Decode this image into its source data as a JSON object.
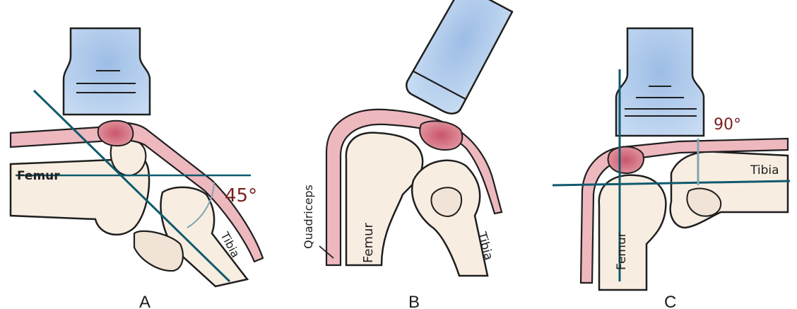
{
  "panels": [
    {
      "label": "A",
      "annotations": {
        "femur": "Femur",
        "tibia": "Tibia",
        "angle": "45°"
      }
    },
    {
      "label": "B",
      "annotations": {
        "quadriceps": "Quadriceps",
        "femur": "Femur",
        "tibia": "Tibia"
      }
    },
    {
      "label": "C",
      "annotations": {
        "femur": "Femur",
        "tibia": "Tibia",
        "angle": "90°"
      }
    }
  ],
  "colors": {
    "probe": "#a9c7ea",
    "guide_line": "#0f5a6e",
    "tissue_pink": "#eeb8bf",
    "lesion_red": "#cf6a78",
    "bone_fill": "#f8ede1",
    "angle_text": "#7a1f1f",
    "outline": "#1f1f1f"
  }
}
